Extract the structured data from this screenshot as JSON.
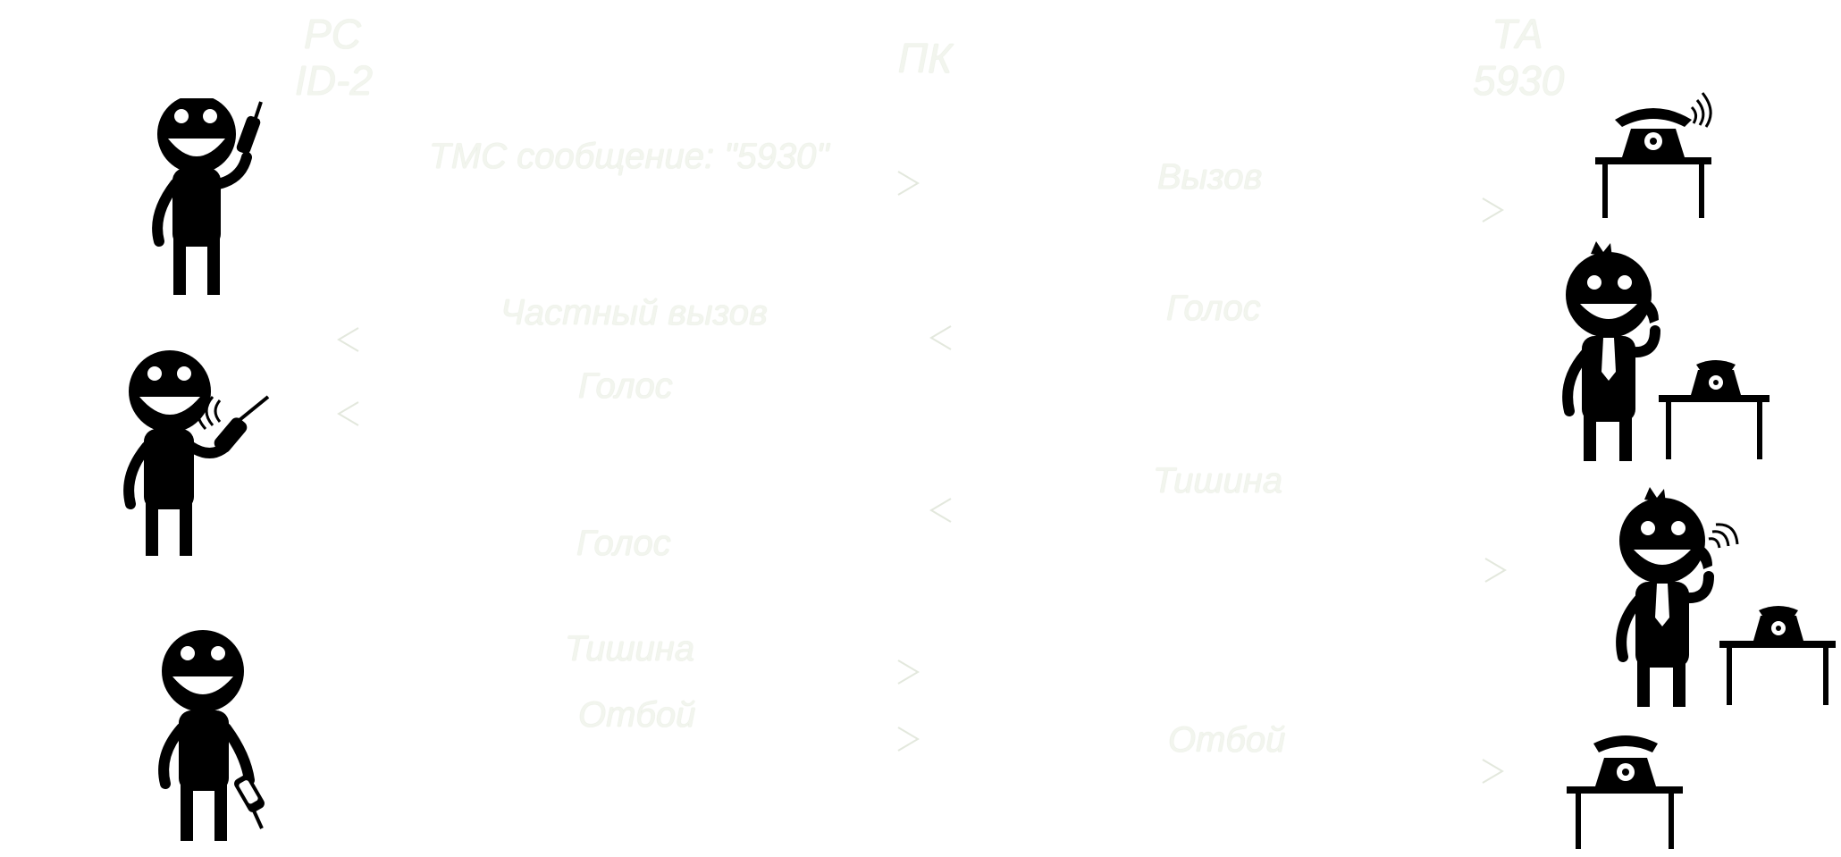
{
  "columns": {
    "rs": {
      "line1": "РС",
      "line2": "ID-2"
    },
    "pk": {
      "line1": "ПК"
    },
    "ta": {
      "line1": "ТА",
      "line2": "5930"
    }
  },
  "messages": {
    "sms": "ТМС сообщение: \"5930\"",
    "call": "Вызов",
    "private_call": "Частный вызов",
    "voice_pk_ta": "Голос",
    "voice_rs_pk_1": "Голос",
    "silence_pk_ta": "Тишина",
    "voice_rs_pk_2": "Голос",
    "silence_rs_pk": "Тишина",
    "hangup_rs_pk": "Отбой",
    "hangup_pk_ta": "Отбой"
  },
  "icons": {
    "fig1": "person-with-mobile-phone-icon",
    "fig2": "person-talking-on-mobile-phone-icon",
    "fig3": "person-holding-mobile-phone-icon",
    "fig4": "ringing-desk-telephone-icon",
    "fig5": "businessman-on-desk-phone-icon",
    "fig6": "businessman-talking-on-phone-icon",
    "fig7": "idle-desk-telephone-icon"
  },
  "colors": {
    "figure": "#000000",
    "label": "#f2f5ee",
    "label_outline": "#dfe5d8"
  }
}
